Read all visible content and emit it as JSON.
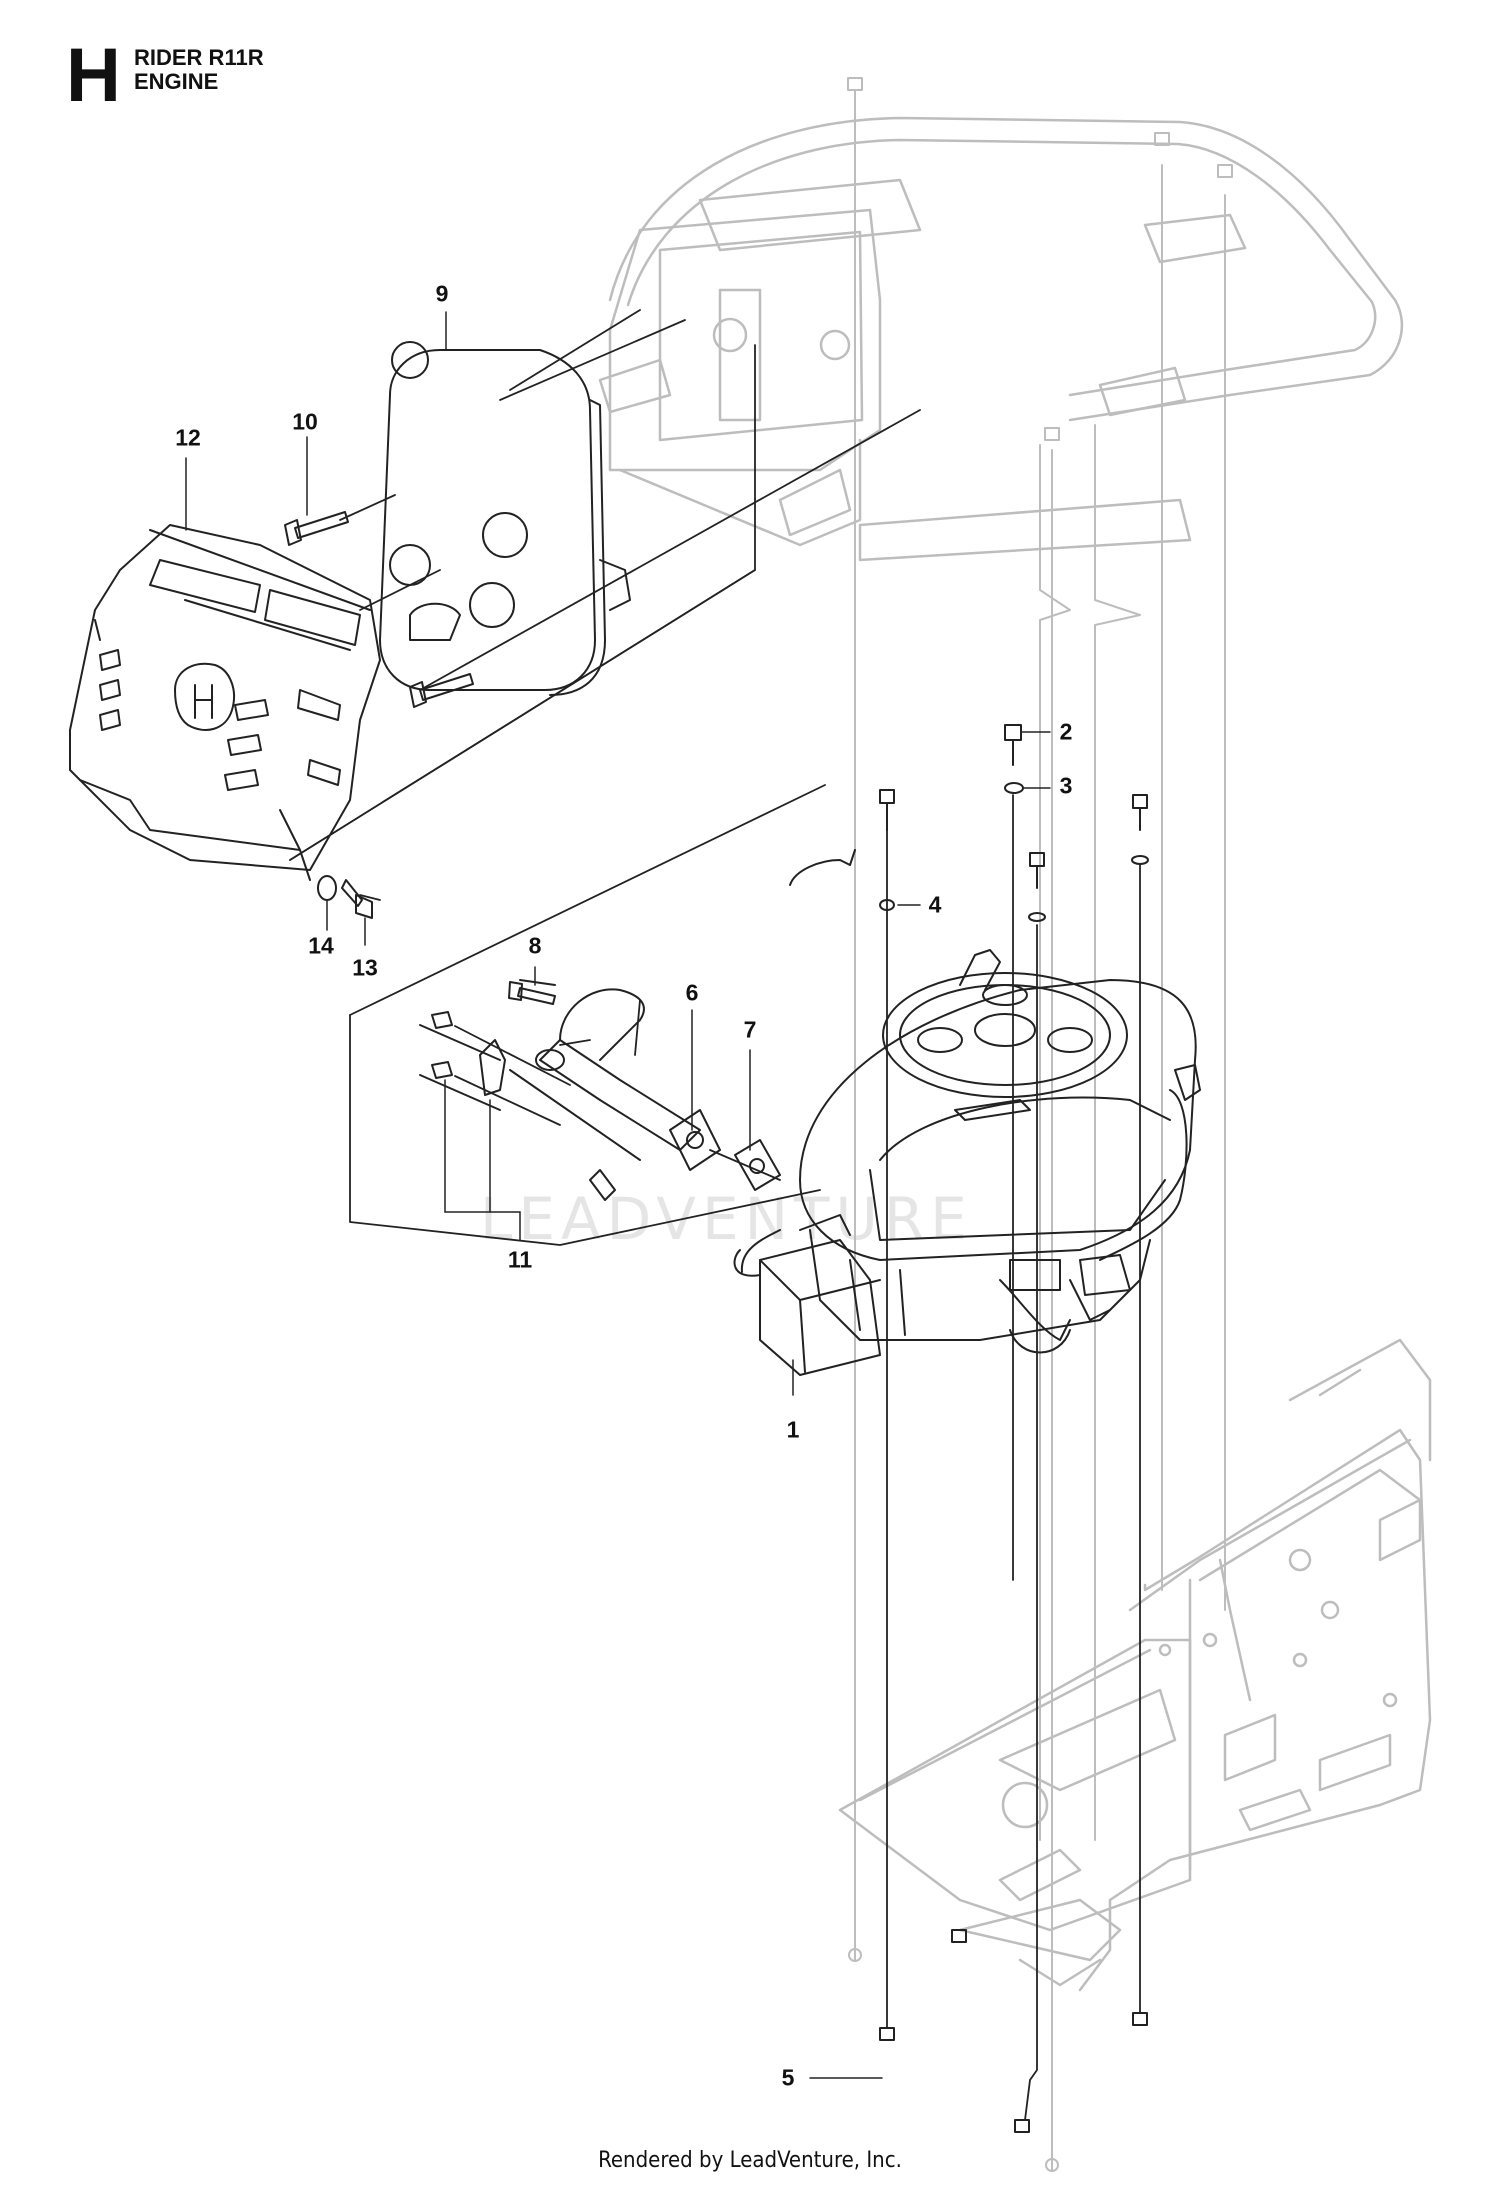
{
  "header": {
    "section_letter": "H",
    "title_line1": "RIDER R11R",
    "title_line2": "ENGINE"
  },
  "callouts": [
    "1",
    "2",
    "3",
    "4",
    "5",
    "6",
    "7",
    "8",
    "9",
    "10",
    "11",
    "12",
    "13",
    "14"
  ],
  "watermark": "LEADVENTURE",
  "footer": "Rendered by LeadVenture, Inc."
}
